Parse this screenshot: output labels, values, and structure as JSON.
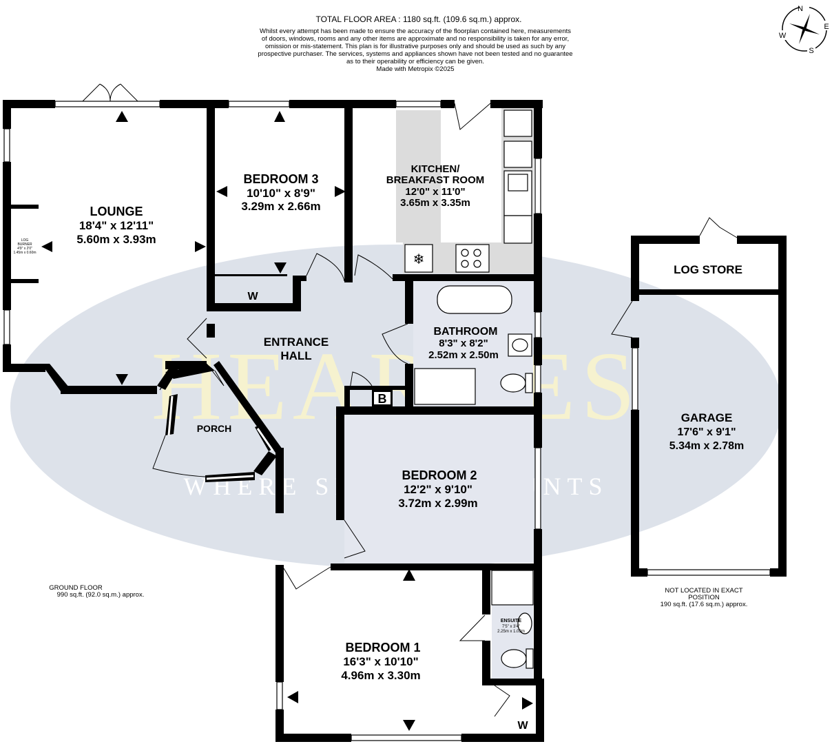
{
  "header": {
    "total_area": "TOTAL FLOOR AREA : 1180 sq.ft. (109.6 sq.m.) approx.",
    "disclaimer": [
      "Whilst every attempt has been made to ensure the accuracy of the floorplan contained here, measurements",
      "of doors, windows, rooms and any other items are approximate and no responsibility is taken for any error,",
      "omission or mis-statement. This plan is for illustrative purposes only and should be used as such by any",
      "prospective purchaser. The services, systems and appliances shown have not been tested and no guarantee",
      "as to their operability or efficiency can be given."
    ],
    "credit": "Made with Metropix ©2025"
  },
  "compass": {
    "n": "N",
    "e": "E",
    "s": "S",
    "w": "W"
  },
  "watermark": {
    "brand": "HEARNES",
    "tagline": "WHERE SERVICE COUNTS"
  },
  "rooms": {
    "lounge": {
      "name": "LOUNGE",
      "imperial": "18'4\"  x 12'11\"",
      "metric": "5.60m  x 3.93m"
    },
    "bedroom3": {
      "name": "BEDROOM 3",
      "imperial": "10'10\"  x 8'9\"",
      "metric": "3.29m  x 2.66m"
    },
    "kitchen": {
      "name1": "KITCHEN/",
      "name2": "BREAKFAST ROOM",
      "imperial": "12'0\"  x 11'0\"",
      "metric": "3.65m  x 3.35m"
    },
    "bathroom": {
      "name": "BATHROOM",
      "imperial": "8'3\"  x 8'2\"",
      "metric": "2.52m  x 2.50m"
    },
    "hall": {
      "name1": "ENTRANCE",
      "name2": "HALL"
    },
    "porch": {
      "name": "PORCH"
    },
    "bedroom2": {
      "name": "BEDROOM 2",
      "imperial": "12'2\"  x 9'10\"",
      "metric": "3.72m  x 2.99m"
    },
    "bedroom1": {
      "name": "BEDROOM 1",
      "imperial": "16'3\"  x 10'10\"",
      "metric": "4.96m  x 3.30m"
    },
    "ensuite": {
      "name": "ENSUITE",
      "imperial": "7'5\" x 3'4\"",
      "metric": "2.25m  x 1.03m"
    },
    "log_store": {
      "name": "LOG STORE"
    },
    "garage": {
      "name": "GARAGE",
      "imperial": "17'6\"  x 9'1\"",
      "metric": "5.34m  x 2.78m"
    }
  },
  "labels": {
    "log_burner": [
      "LOG",
      "BURNER",
      "4'9\" x 2'0\"",
      "1.45m x 0.60m"
    ],
    "wardrobe": "W",
    "boiler": "B"
  },
  "floor_area": {
    "ground": [
      "GROUND FLOOR",
      "990 sq.ft. (92.0 sq.m.) approx."
    ],
    "garage": [
      "NOT LOCATED IN EXACT",
      "POSITION",
      "190 sq.ft. (17.6 sq.m.) approx."
    ]
  }
}
